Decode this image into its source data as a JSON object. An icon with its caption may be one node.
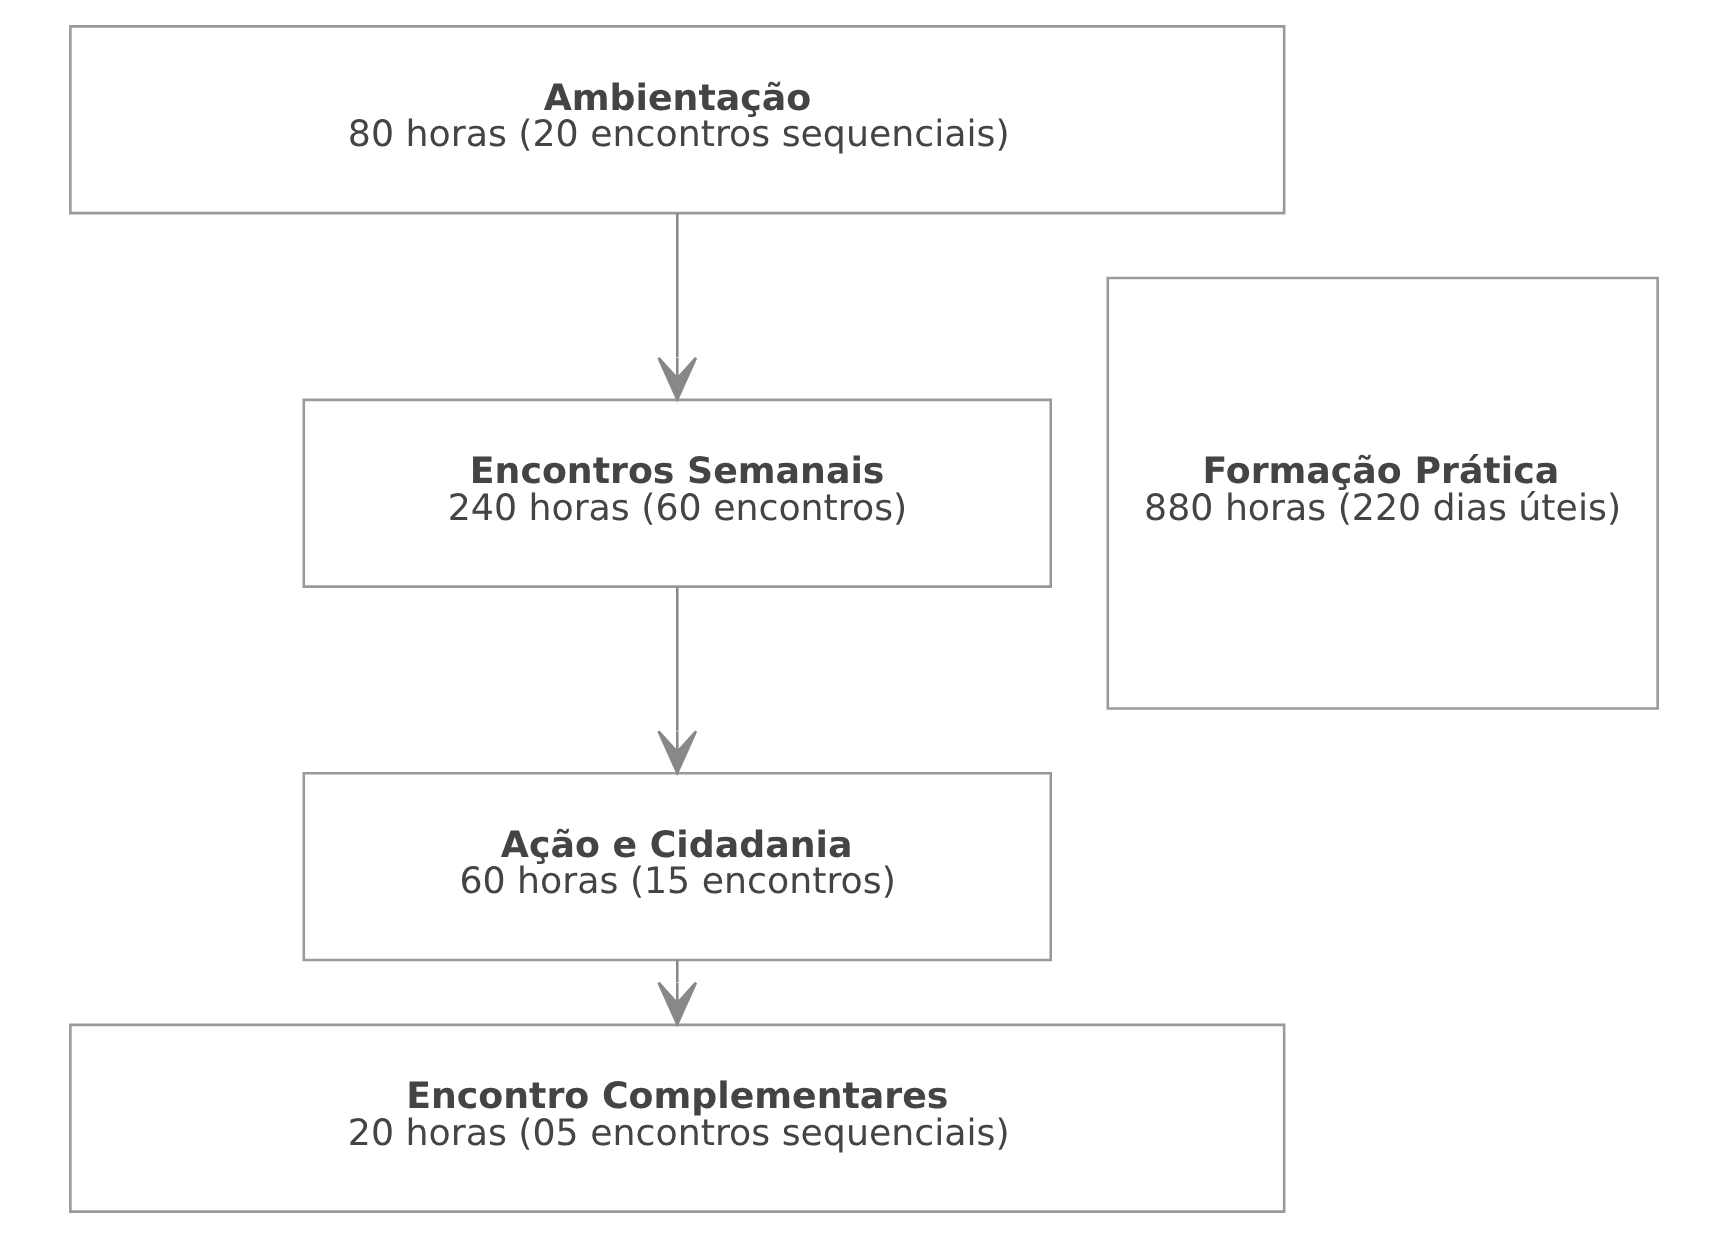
{
  "diagram": {
    "nodes": [
      {
        "text": [
          "Ambientação",
          "80 horas (20 encontros sequenciais)"
        ]
      },
      {
        "text": [
          "Formação Prática",
          "880 horas (220 dias úteis)"
        ]
      },
      {
        "text": [
          "Encontros Semanais",
          "240 horas (60 encontros)"
        ]
      },
      {
        "text": [
          "Ação e Cidadania",
          "60 horas (15 encontros)"
        ]
      },
      {
        "text": [
          "Encontro Complementares",
          "20 horas (05 encontros sequenciais)"
        ]
      }
    ],
    "edges": [
      {
        "from": 0,
        "to": 2,
        "arrow": "to"
      },
      {
        "from": 2,
        "to": 3,
        "arrow": "to"
      },
      {
        "from": 3,
        "to": 4,
        "arrow": "to"
      }
    ]
  }
}
